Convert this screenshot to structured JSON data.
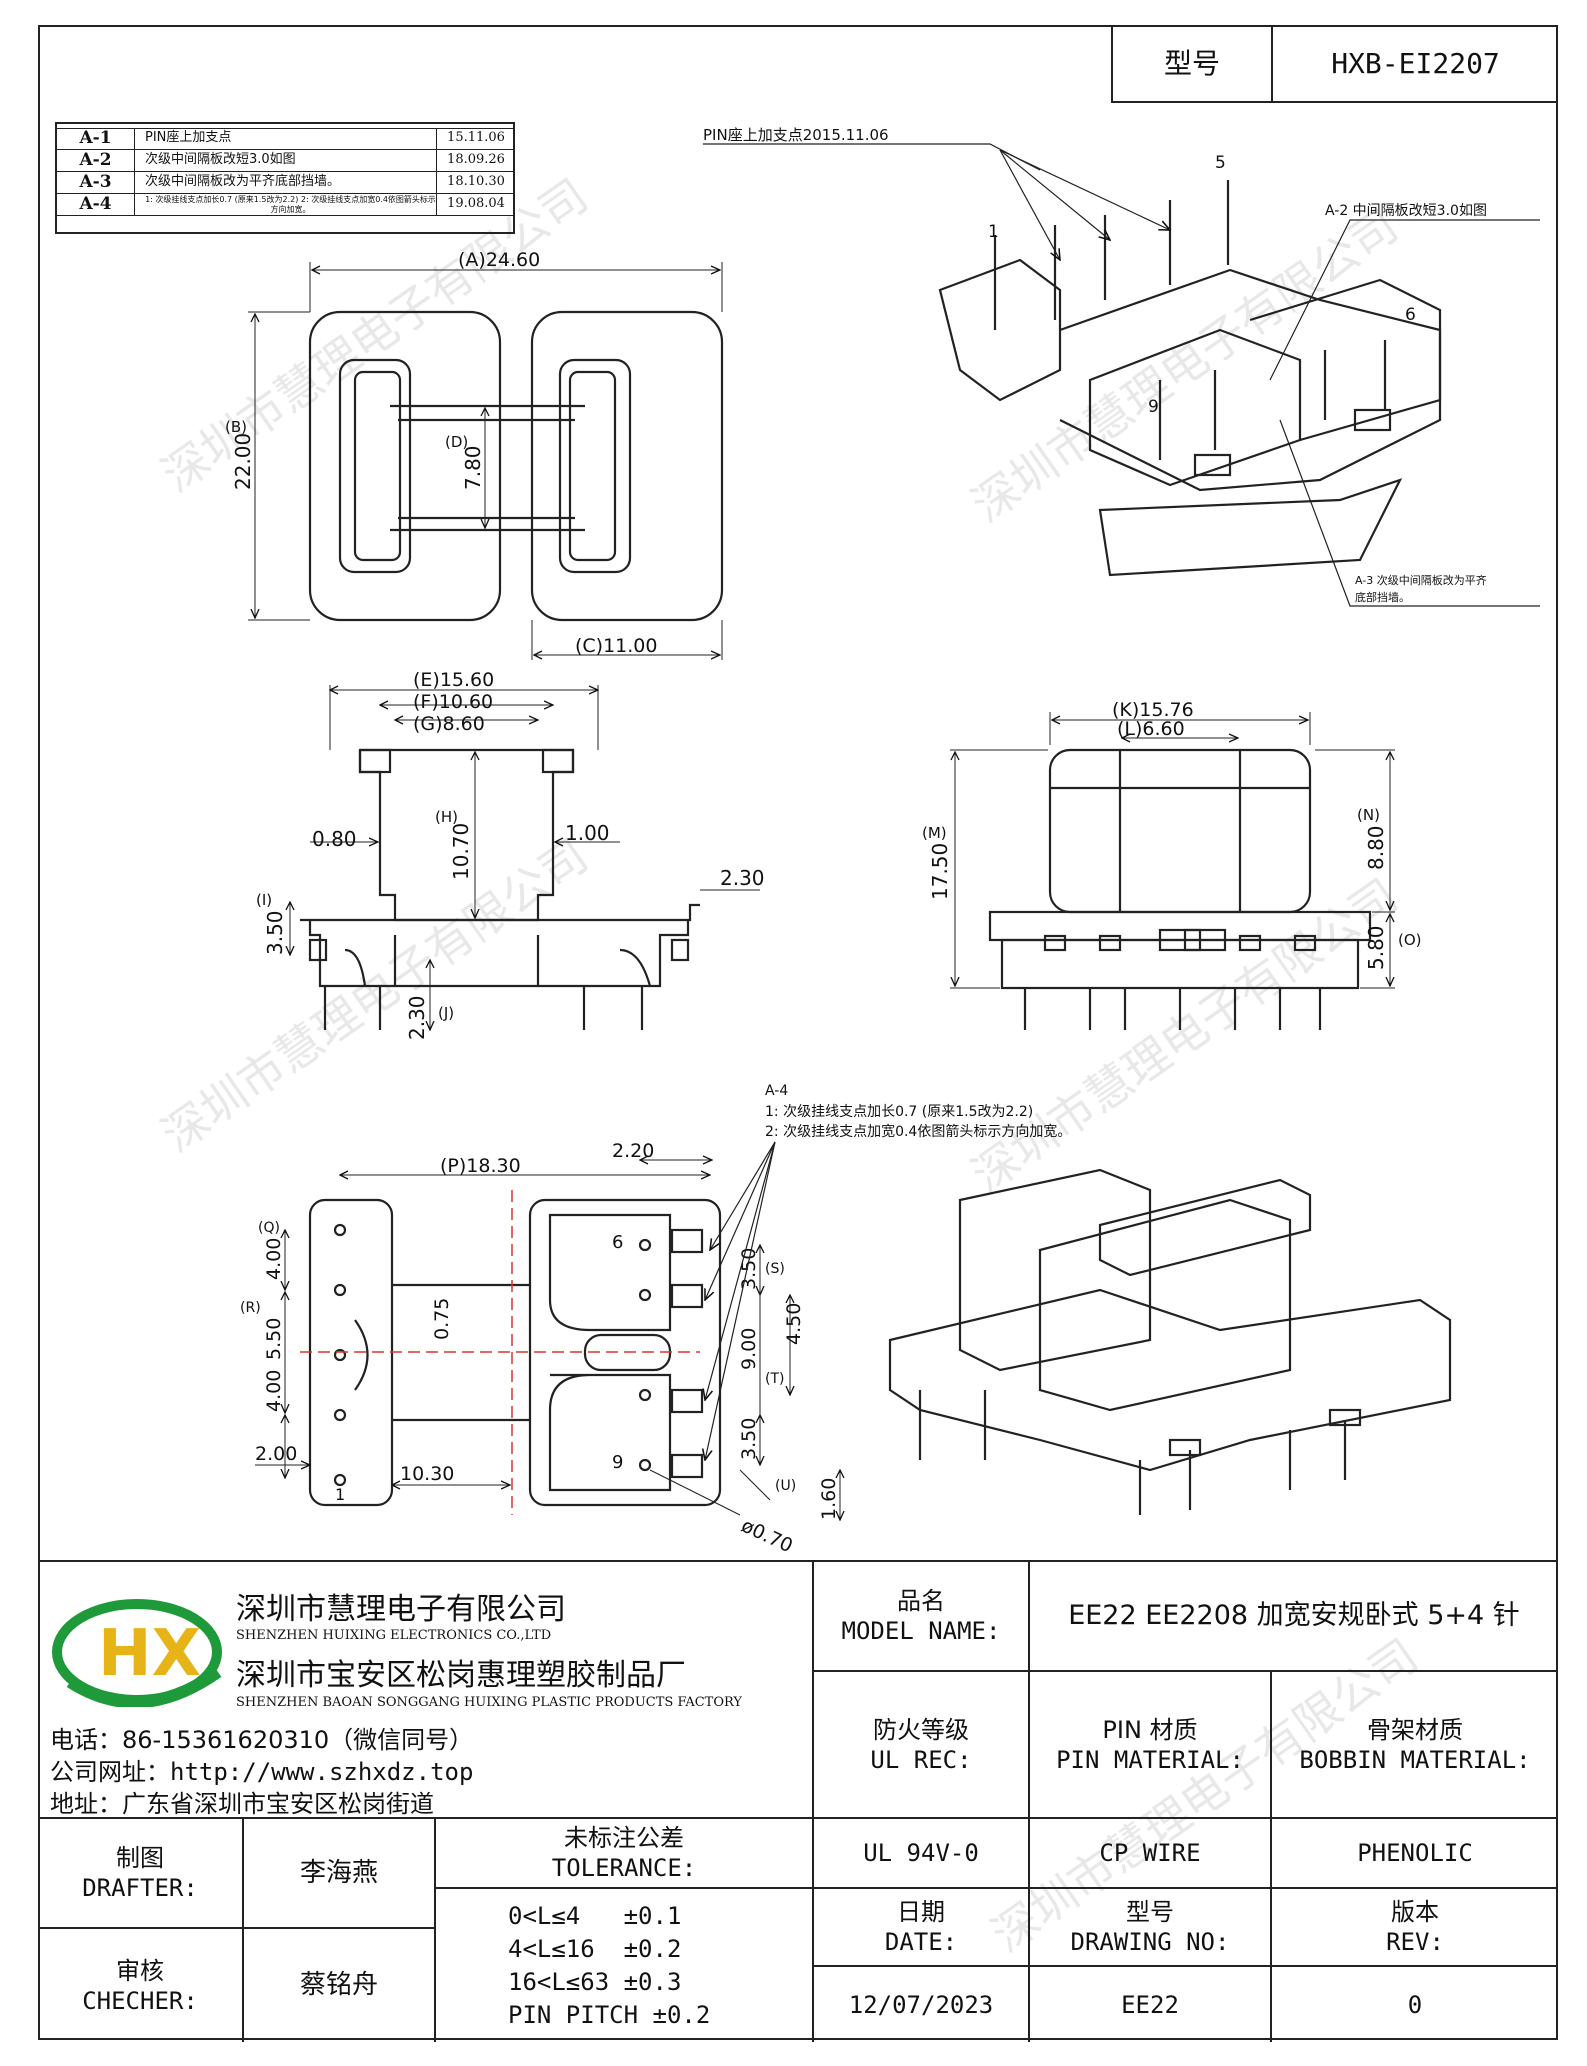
{
  "header": {
    "type_label": "型号",
    "type_value": "HXB-EI2207"
  },
  "revisions": [
    {
      "code": "A-1",
      "desc": "PIN座上加支点",
      "date": "15.11.06"
    },
    {
      "code": "A-2",
      "desc": "次级中间隔板改短3.0如图",
      "date": "18.09.26"
    },
    {
      "code": "A-3",
      "desc": "次级中间隔板改为平齐底部挡墙。",
      "date": "18.10.30"
    },
    {
      "code": "A-4",
      "desc": "1: 次级挂线支点加长0.7 (原来1.5改为2.2)  2: 次级挂线支点加宽0.4依图箭头标示方向加宽。",
      "date": "19.08.04"
    }
  ],
  "drawing": {
    "top_view": {
      "dim_a": "(A)24.60",
      "dim_b": "(B)",
      "dim_b_val": "22.00",
      "dim_c": "(C)11.00",
      "dim_d": "(D)",
      "dim_d_val": "7.80"
    },
    "front_view": {
      "dim_e": "(E)15.60",
      "dim_f": "(F)10.60",
      "dim_g": "(G)8.60",
      "dim_h": "(H)",
      "dim_h_val": "10.70",
      "dim_080": "0.80",
      "dim_100": "1.00",
      "dim_230a": "2.30",
      "dim_i": "(I)",
      "dim_350": "3.50",
      "dim_230b": "2.30",
      "dim_j": "(J)"
    },
    "side_view": {
      "dim_k": "(K)15.76",
      "dim_l": "(L)6.60",
      "dim_m": "(M)",
      "dim_m_val": "17.50",
      "dim_n": "(N)",
      "dim_n_val": "8.80",
      "dim_o": "(O)",
      "dim_o_val": "5.80"
    },
    "bottom_view": {
      "dim_p": "(P)18.30",
      "dim_220": "2.20",
      "dim_q": "(Q)",
      "dim_400a": "4.00",
      "dim_r": "(R)",
      "dim_550": "5.50",
      "dim_400b": "4.00",
      "dim_200": "2.00",
      "dim_1030": "10.30",
      "dim_075": "0.75",
      "dim_s": "(S)",
      "dim_350a": "3.50",
      "dim_450": "4.50",
      "dim_900": "9.00",
      "dim_t": "(T)",
      "dim_350b": "3.50",
      "dim_u": "(U)",
      "dim_070": "ø0.70",
      "dim_160": "1.60",
      "pin6": "6",
      "pin9": "9",
      "pin1": "1"
    },
    "iso_notes": {
      "a1": "PIN座上加支点2015.11.06",
      "a2": "A-2 中间隔板改短3.0如图",
      "a3_line1": "A-3 次级中间隔板改为平齐",
      "a3_line2": "底部挡墙。",
      "pin1": "1",
      "pin5": "5",
      "pin6": "6",
      "pin9": "9"
    },
    "a4_note": {
      "title": "A-4",
      "line1": "1: 次级挂线支点加长0.7 (原来1.5改为2.2)",
      "line2": "2: 次级挂线支点加宽0.4依图箭头标示方向加宽。"
    }
  },
  "watermark": "深圳市慧理电子有限公司",
  "company": {
    "logo_text": "HX",
    "name1": "深圳市慧理电子有限公司",
    "name1_en": "SHENZHEN HUIXING ELECTRONICS CO.,LTD",
    "name2": "深圳市宝安区松岗惠理塑胶制品厂",
    "name2_en": "SHENZHEN BAOAN SONGGANG HUIXING PLASTIC PRODUCTS FACTORY",
    "phone": "电话：86-15361620310（微信同号）",
    "website": "公司网址：http://www.szhxdz.top",
    "address": "地址：广东省深圳市宝安区松岗街道"
  },
  "title_block": {
    "model_label_cn": "品名",
    "model_label_en": "MODEL NAME:",
    "model_value": "EE22 EE2208 加宽安规卧式 5+4 针",
    "fire_label_cn": "防火等级",
    "fire_label_en": "UL REC:",
    "fire_value": "UL 94V-0",
    "pin_label_cn": "PIN 材质",
    "pin_label_en": "PIN MATERIAL:",
    "pin_value": "CP WIRE",
    "bobbin_label_cn": "骨架材质",
    "bobbin_label_en": "BOBBIN MATERIAL:",
    "bobbin_value": "PHENOLIC",
    "drafter_label_cn": "制图",
    "drafter_label_en": "DRAFTER:",
    "drafter_value": "李海燕",
    "checker_label_cn": "审核",
    "checker_label_en": "CHECHER:",
    "checker_value": "蔡铭舟",
    "tol_label_cn": "未标注公差",
    "tol_label_en": "TOLERANCE:",
    "tol_lines": [
      "0<L≤4   ±0.1",
      "4<L≤16  ±0.2",
      "16<L≤63 ±0.3",
      "PIN PITCH ±0.2"
    ],
    "date_label_cn": "日期",
    "date_label_en": "DATE:",
    "date_value": "12/07/2023",
    "drawno_label_cn": "型号",
    "drawno_label_en": "DRAWING NO:",
    "drawno_value": "EE22",
    "rev_label_cn": "版本",
    "rev_label_en": "REV:",
    "rev_value": "0"
  }
}
